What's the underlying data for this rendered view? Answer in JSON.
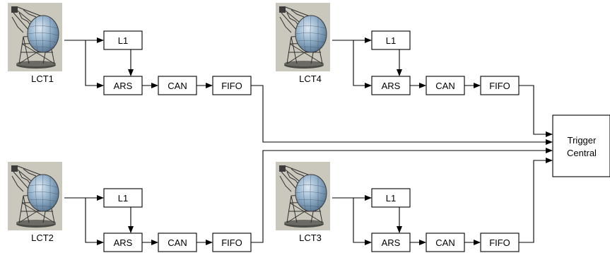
{
  "telescopes": [
    {
      "id": "lct1",
      "label": "LCT1"
    },
    {
      "id": "lct4",
      "label": "LCT4"
    },
    {
      "id": "lct2",
      "label": "LCT2"
    },
    {
      "id": "lct3",
      "label": "LCT3"
    }
  ],
  "blocks": {
    "l1": "L1",
    "ars": "ARS",
    "can": "CAN",
    "fifo": "FIFO"
  },
  "trigger": {
    "line1": "Trigger",
    "line2": "Central"
  },
  "colors": {
    "photo_bg": "#c9c7bc",
    "dish": "#8aa8c4",
    "frame": "#3a3a3a"
  },
  "icons": {
    "telescope": "telescope-icon"
  }
}
